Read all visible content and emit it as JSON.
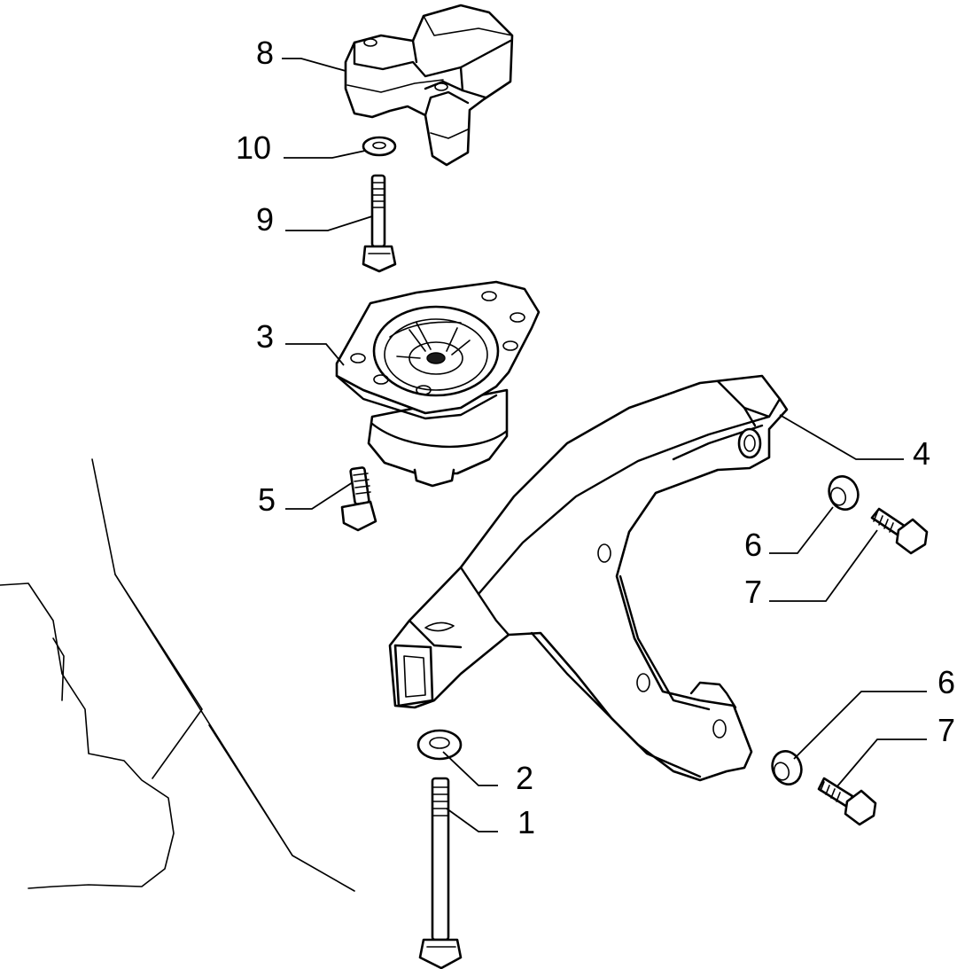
{
  "callouts": [
    {
      "id": "8",
      "label": "8"
    },
    {
      "id": "10",
      "label": "10"
    },
    {
      "id": "9",
      "label": "9"
    },
    {
      "id": "3",
      "label": "3"
    },
    {
      "id": "5",
      "label": "5"
    },
    {
      "id": "4",
      "label": "4"
    },
    {
      "id": "6a",
      "label": "6"
    },
    {
      "id": "7a",
      "label": "7"
    },
    {
      "id": "6b",
      "label": "6"
    },
    {
      "id": "7b",
      "label": "7"
    },
    {
      "id": "2",
      "label": "2"
    },
    {
      "id": "1",
      "label": "1"
    }
  ],
  "parts": {
    "p8": "engine-mount-bracket",
    "p10": "washer",
    "p9": "stud-bolt",
    "p3": "rubber-mount",
    "p5": "flange-bolt",
    "p4": "support-arm",
    "p6": "split-lock-washer",
    "p7": "hex-bolt",
    "p2": "split-washer",
    "p1": "long-bolt"
  }
}
